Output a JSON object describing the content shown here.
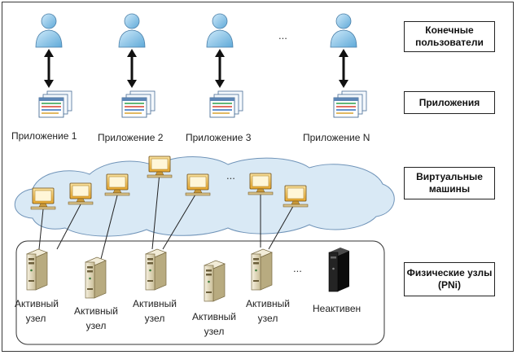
{
  "layers": {
    "end_users": "Конечные пользователи",
    "applications": "Приложения",
    "virtual_machines": "Виртуальные машины",
    "physical_nodes": "Физические узлы (PNi)"
  },
  "apps": [
    "Приложение 1",
    "Приложение 2",
    "Приложение 3",
    "Приложение N"
  ],
  "nodes": {
    "active": "Активный узел",
    "inactive": "Неактивен"
  },
  "ellipsis": "...",
  "colors": {
    "cloud_fill": "#d9e9f5",
    "user_blue": "#9fd0ee",
    "monitor_frame": "#f3c250",
    "server_body": "#e8e0c4",
    "inactive_server": "#1f1f1f"
  },
  "icons": [
    "user-icon",
    "document-stack-icon",
    "monitor-icon",
    "server-icon"
  ]
}
